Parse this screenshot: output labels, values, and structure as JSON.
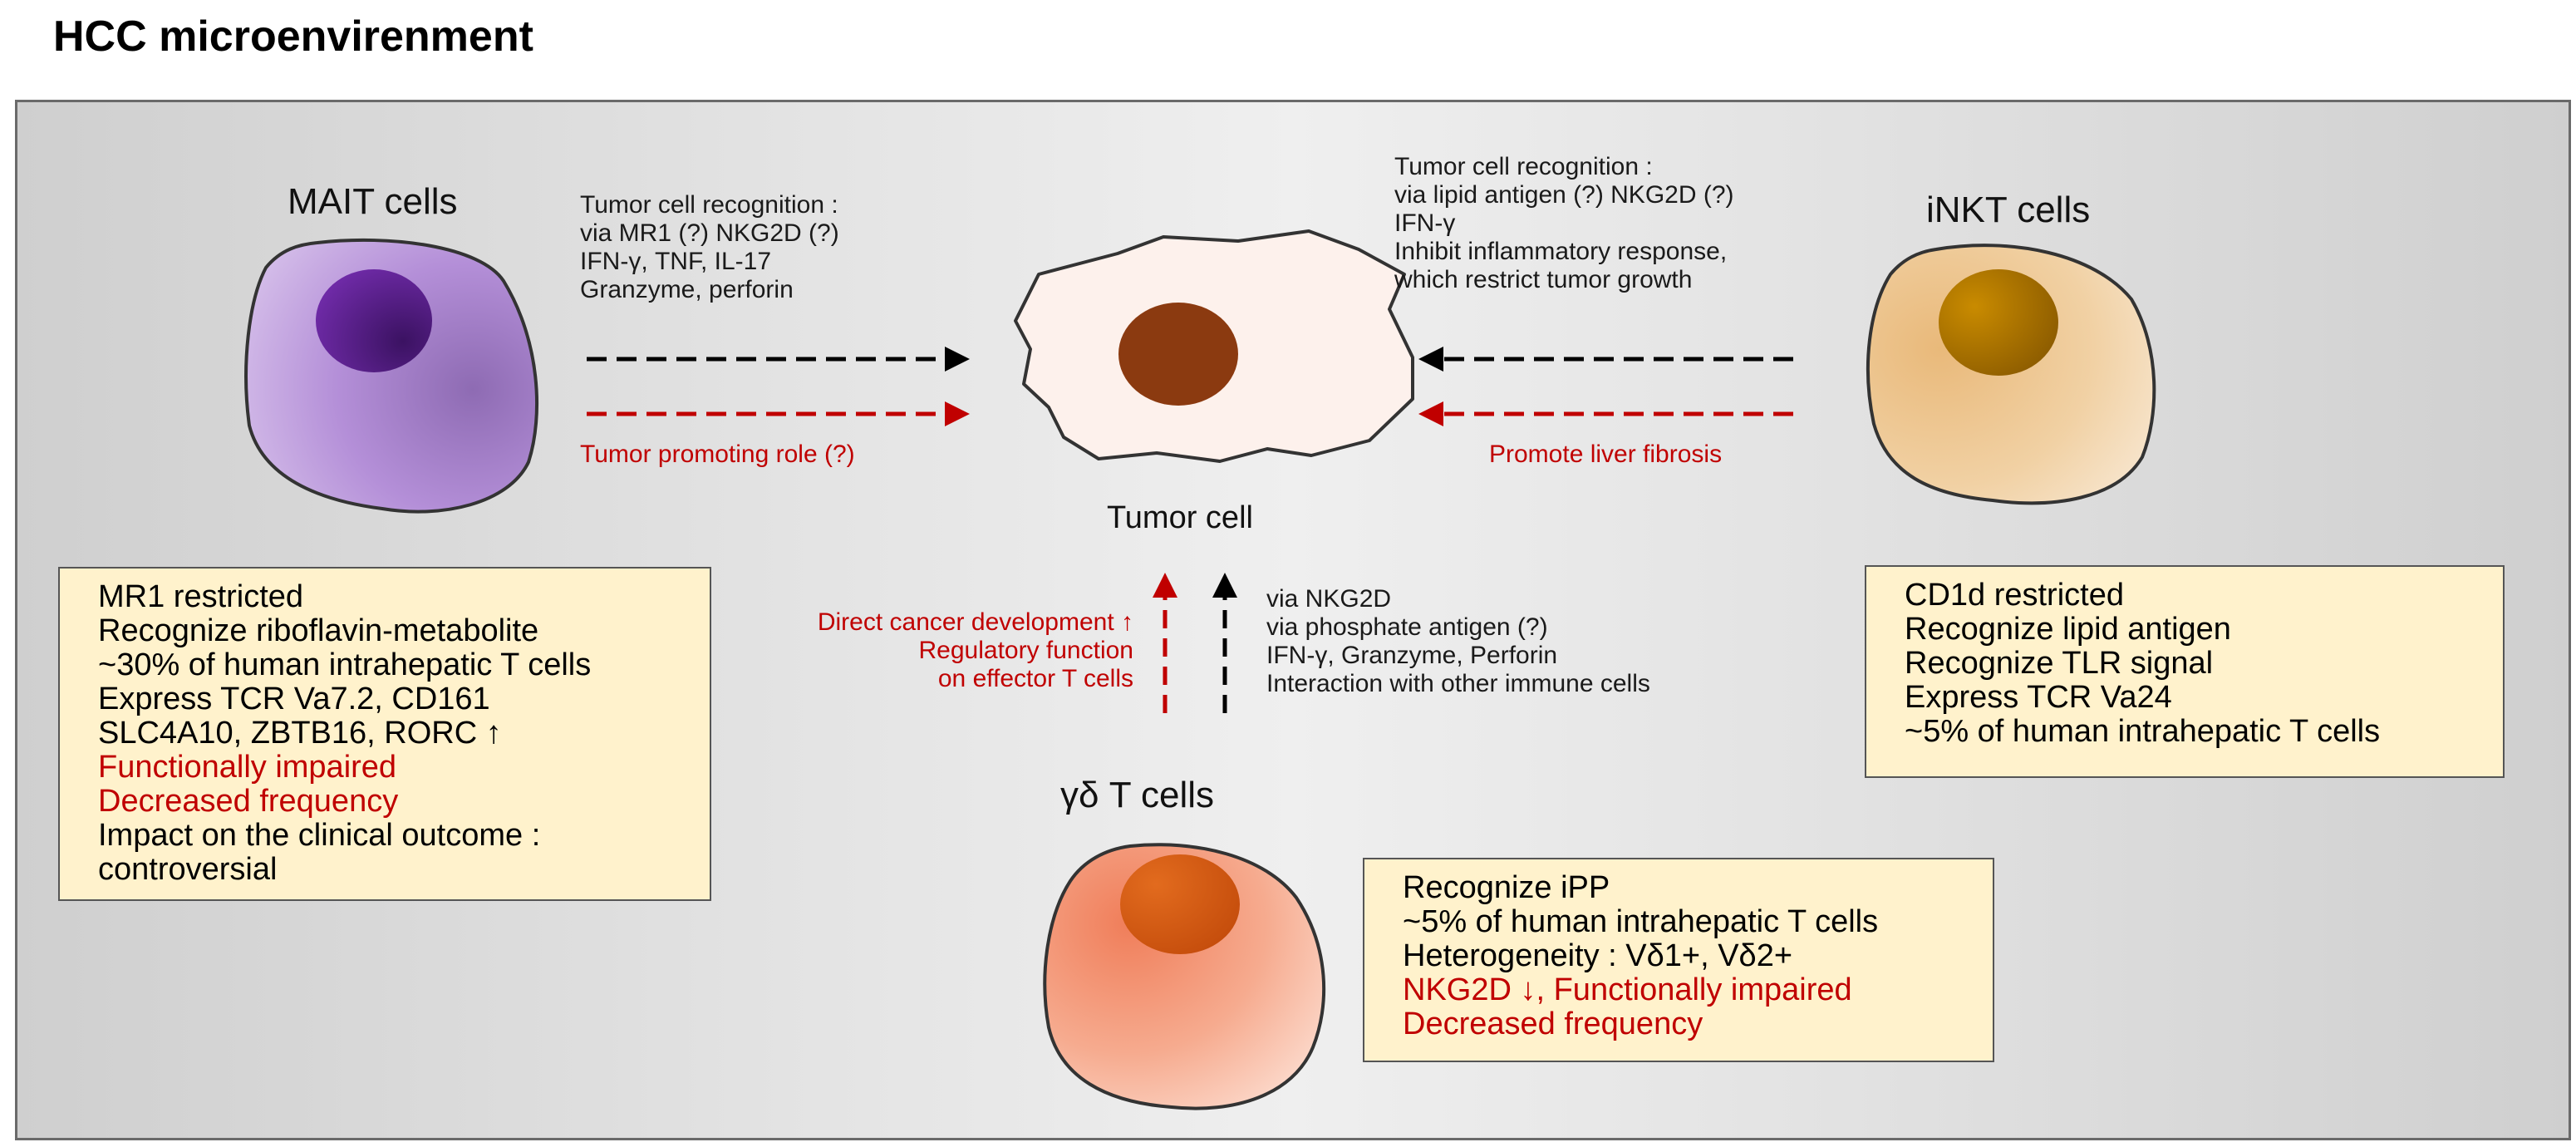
{
  "title": "HCC microenvirenment",
  "center": {
    "label": "Tumor cell"
  },
  "mait": {
    "name": "MAIT cells",
    "arrow_text": [
      "Tumor cell recognition :",
      "via MR1 (?) NKG2D (?)",
      "IFN-γ, TNF, IL-17",
      "Granzyme, perforin"
    ],
    "red_arrow_text": "Tumor promoting role (?)",
    "box": [
      {
        "text": "MR1 restricted",
        "color": "black"
      },
      {
        "text": "Recognize riboflavin-metabolite",
        "color": "black"
      },
      {
        "text": "~30% of human intrahepatic T cells",
        "color": "black"
      },
      {
        "text": "Express TCR Va7.2, CD161",
        "color": "black"
      },
      {
        "text": "SLC4A10, ZBTB16, RORC ↑",
        "color": "black"
      },
      {
        "text": "Functionally impaired",
        "color": "red"
      },
      {
        "text": "Decreased frequency",
        "color": "red"
      },
      {
        "text": "Impact on the clinical outcome :",
        "color": "black"
      },
      {
        "text": "controversial",
        "color": "black"
      }
    ]
  },
  "inkt": {
    "name": "iNKT cells",
    "arrow_text": [
      "Tumor cell recognition :",
      "via lipid antigen (?) NKG2D (?)",
      "IFN-γ",
      "Inhibit inflammatory response,",
      "which restrict tumor growth"
    ],
    "red_arrow_text": "Promote liver fibrosis",
    "box": [
      {
        "text": "CD1d restricted",
        "color": "black"
      },
      {
        "text": "Recognize lipid antigen",
        "color": "black"
      },
      {
        "text": "Recognize TLR signal",
        "color": "black"
      },
      {
        "text": "Express TCR Va24",
        "color": "black"
      },
      {
        "text": "~5% of human intrahepatic T cells",
        "color": "black"
      }
    ]
  },
  "gd": {
    "name": "γδ T cells",
    "red_arrow_text": [
      "Direct cancer development ↑",
      "Regulatory function",
      "on effector T cells"
    ],
    "arrow_text": [
      "via NKG2D",
      "via phosphate antigen (?)",
      "IFN-γ, Granzyme, Perforin",
      "Interaction with other immune cells"
    ],
    "box": [
      {
        "text": "Recognize iPP",
        "color": "black"
      },
      {
        "text": "~5% of human intrahepatic T cells",
        "color": "black"
      },
      {
        "text": "Heterogeneity : Vδ1+, Vδ2+",
        "color": "black"
      },
      {
        "text": "NKG2D ↓, Functionally impaired",
        "color": "red"
      },
      {
        "text": "Decreased frequency",
        "color": "red"
      }
    ]
  },
  "colors": {
    "red": "#c00000",
    "box_fill": "#fff2cc",
    "mait_cell": "#b58fd6",
    "inkt_cell": "#efc98f",
    "gd_cell": "#f6a98c",
    "tumor_nucleus": "#8b3a10"
  }
}
